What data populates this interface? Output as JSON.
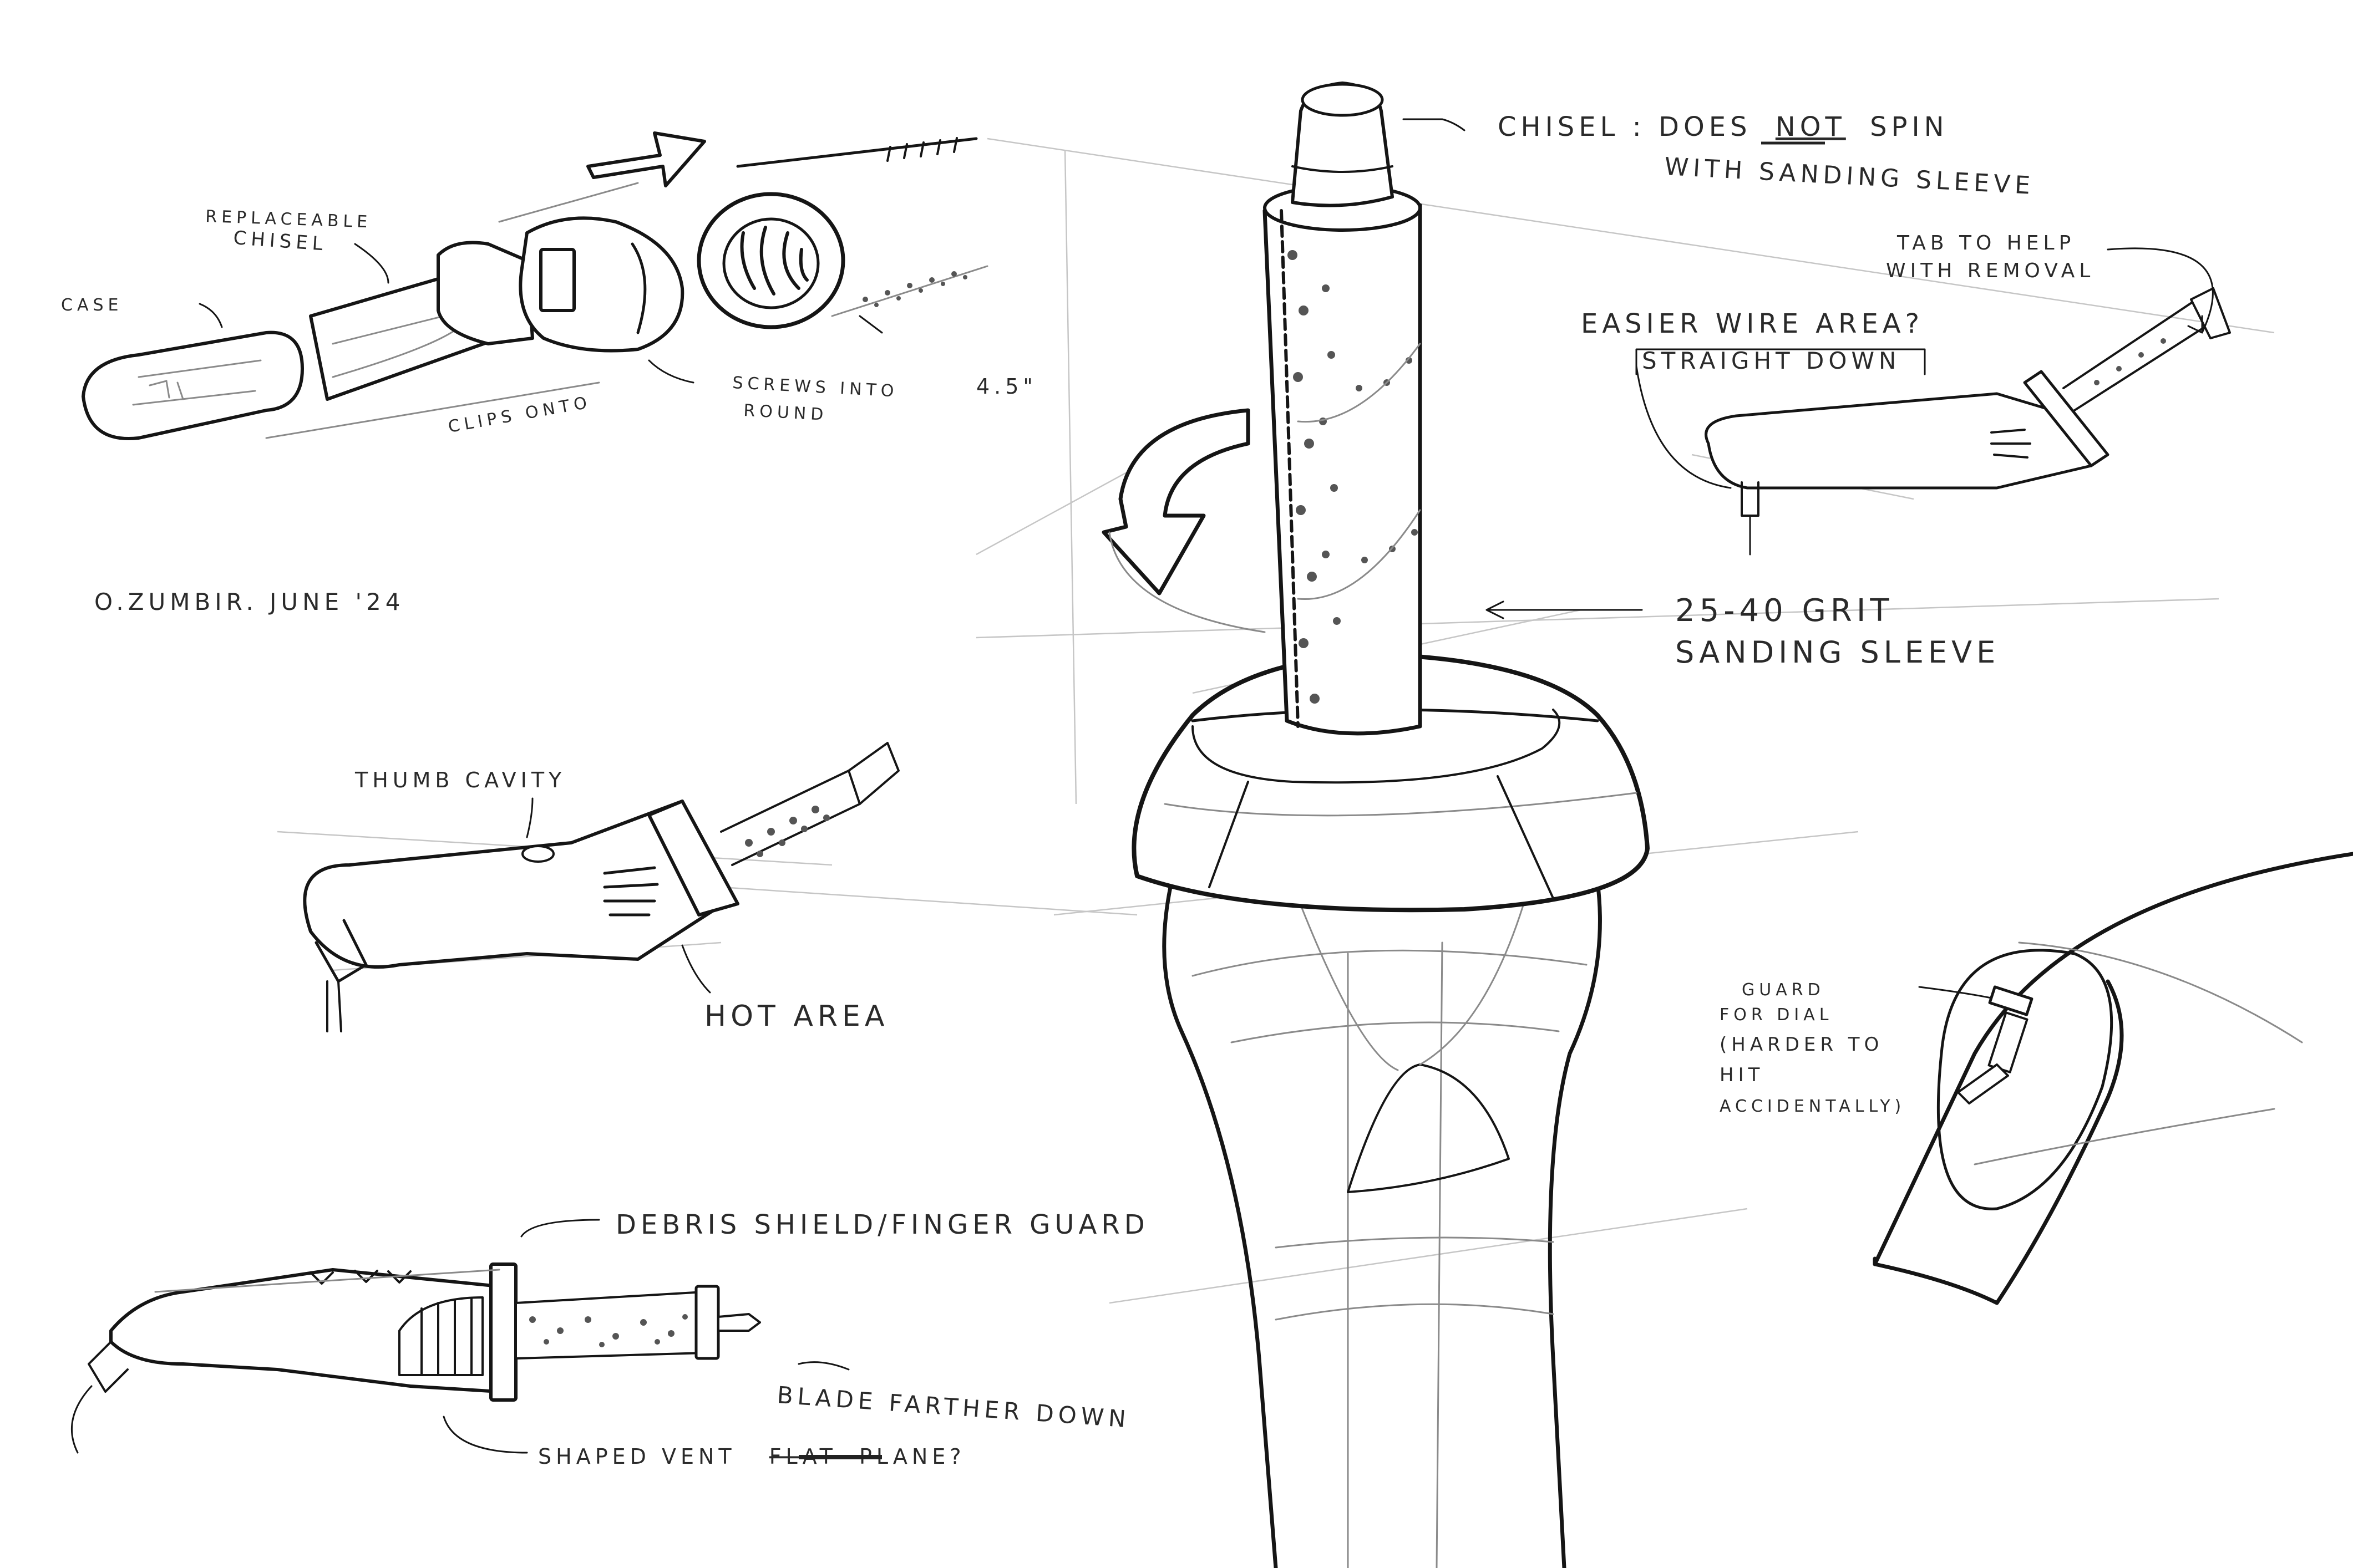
{
  "notes": {
    "replaceable_chisel_1": "REPLACEABLE",
    "replaceable_chisel_2": "CHISEL",
    "case": "CASE",
    "screws_into_1": "SCREWS INTO",
    "screws_into_2": "ROUND",
    "clips_onto": "CLIPS ONTO",
    "dimension": "4.5\"",
    "author": "O.ZUMBIR. JUNE '24",
    "thumb_cavity": "THUMB CAVITY",
    "hot_area": "HOT AREA",
    "debris_shield": "DEBRIS SHIELD/FINGER GUARD",
    "blade_farther": "BLADE FARTHER DOWN",
    "shaped_vent": "SHAPED VENT",
    "shaped_vent_struck": "FLAT",
    "shaped_vent_end": "PLANE?",
    "chisel_note_1a": "CHISEL : DOES",
    "chisel_note_1b": "NOT",
    "chisel_note_1c": "SPIN",
    "chisel_note_2": "WITH SANDING SLEEVE",
    "tab_note_1": "TAB TO HELP",
    "tab_note_2": "WITH REMOVAL",
    "wire_note_1": "EASIER WIRE AREA?",
    "wire_note_2": "STRAIGHT DOWN",
    "grit_note_1": "25-40 GRIT",
    "grit_note_2": "SANDING SLEEVE",
    "dial_note_1": "GUARD",
    "dial_note_2": "FOR DIAL",
    "dial_note_3": "(HARDER TO",
    "dial_note_4": "HIT",
    "dial_note_5": "ACCIDENTALLY)"
  },
  "icons": {
    "rotation_arrow": "curved-rotation-arrow",
    "direction_arrow": "right-arrow"
  },
  "colors": {
    "ink": "#151515",
    "pencil": "#8a8a8a",
    "paper": "#ffffff"
  }
}
